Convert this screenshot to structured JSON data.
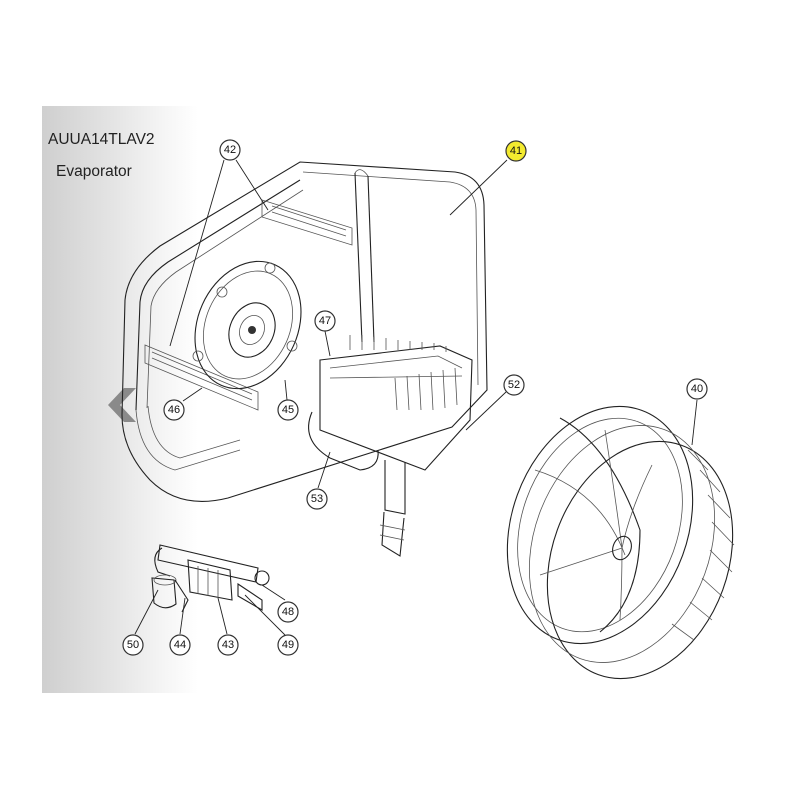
{
  "header": {
    "model": "AUUA14TLAV2",
    "subtitle": "Evaporator"
  },
  "highlight_color": "#f3ea2f",
  "nav": {
    "prev_icon": "chevron-left-icon"
  },
  "callouts": [
    "42",
    "41",
    "47",
    "52",
    "40",
    "46",
    "45",
    "53",
    "48",
    "49",
    "50",
    "44",
    "43"
  ]
}
